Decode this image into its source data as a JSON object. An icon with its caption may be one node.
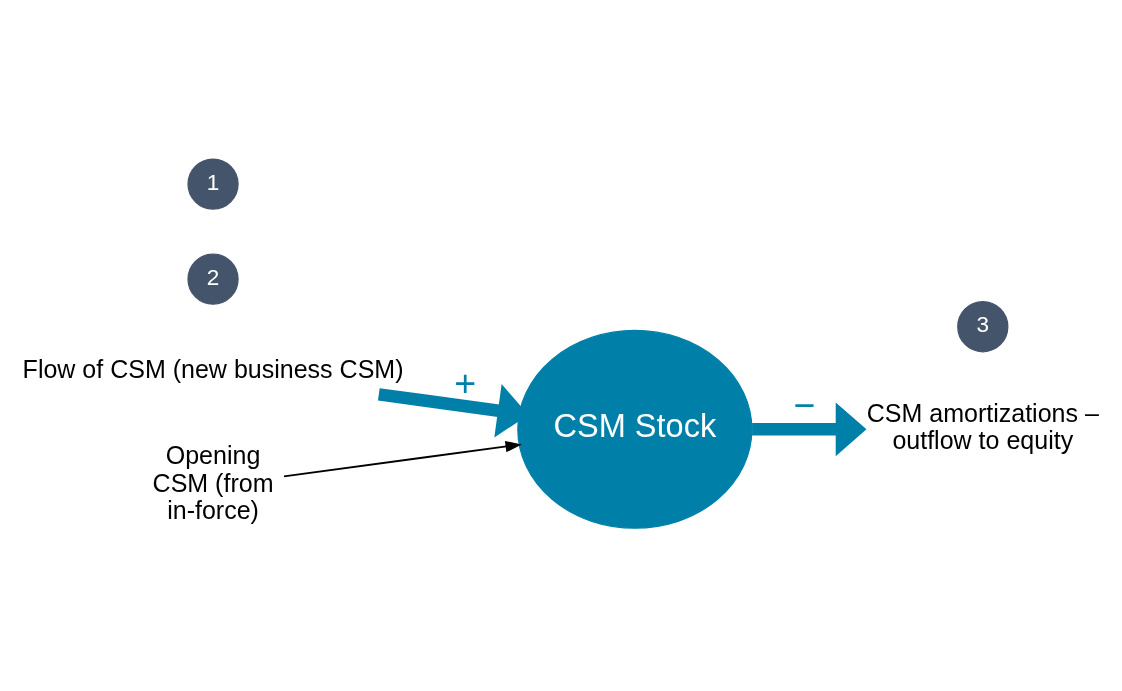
{
  "diagram": {
    "nodes": [
      {
        "text": [
          "Flow of CSM (new business CSM)"
        ]
      },
      {
        "text": [
          "2"
        ]
      },
      {
        "text": [
          "Opening CSM (from in-force)"
        ]
      },
      {
        "text": [
          "CSM Stock"
        ]
      },
      {
        "text": [
          "1"
        ]
      },
      {
        "text": [
          "3"
        ]
      },
      {
        "text": [
          "CSM amortizations – outflow to equity"
        ]
      }
    ],
    "edges": [
      {
        "from": 0,
        "to": 3,
        "arrow": "to",
        "label": "+"
      },
      {
        "from": 2,
        "to": 3,
        "arrow": "to",
        "color": "#000000"
      },
      {
        "from": 3,
        "to": 6,
        "arrow": "to",
        "label": "−"
      }
    ]
  }
}
